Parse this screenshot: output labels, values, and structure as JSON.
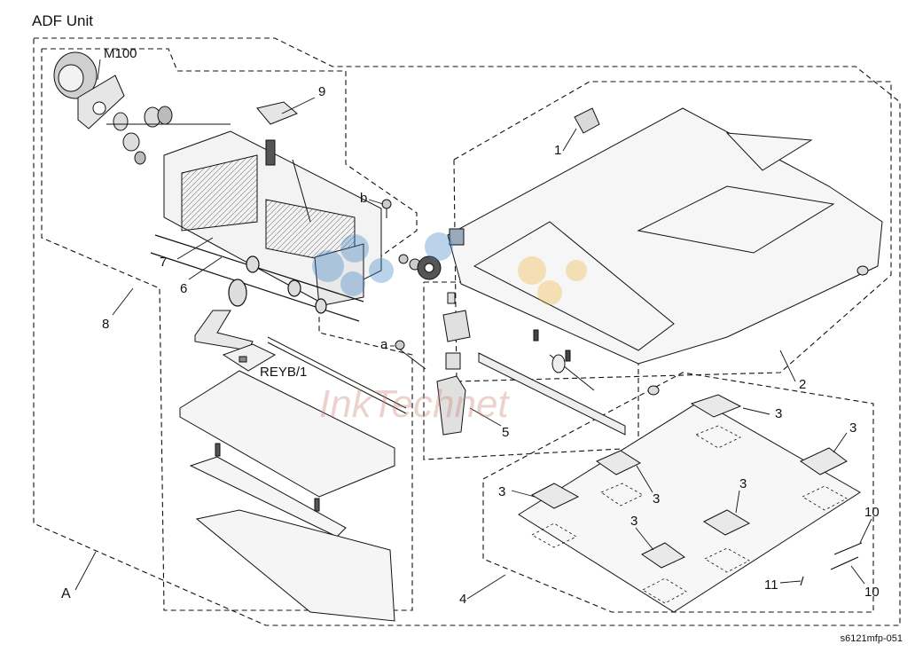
{
  "title": "ADF Unit",
  "code": "s6121mfp-051",
  "labels": {
    "motor": "M100",
    "board": "REYB/1",
    "screw_a": "a",
    "screw_b": "b",
    "assembly": "A",
    "p1": "1",
    "p2": "2",
    "p3": "3",
    "p4": "4",
    "p5": "5",
    "p6": "6",
    "p7": "7",
    "p8": "8",
    "p9": "9",
    "p10": "10",
    "p11": "11"
  },
  "watermark": {
    "text": "InkTechnet",
    "colors": [
      "#3b82c4",
      "#f2b23a",
      "#c9806e"
    ]
  },
  "colors": {
    "line": "#111111",
    "fill_light": "#f4f4f4",
    "fill_mid": "#d8d8d8",
    "fill_dark": "#8a8a8a"
  }
}
